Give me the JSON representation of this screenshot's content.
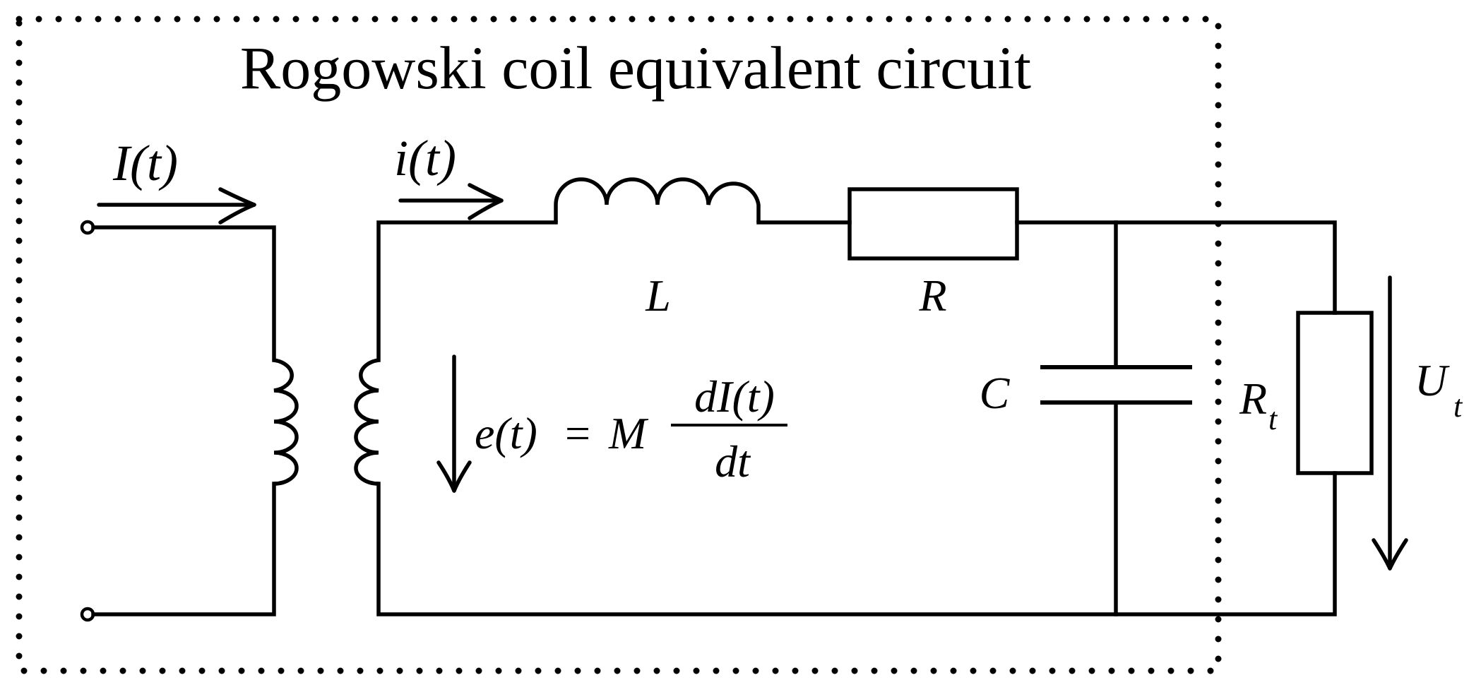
{
  "title": "Rogowski coil equivalent circuit",
  "labels": {
    "primary_current": "I(t)",
    "secondary_current": "i(t)",
    "inductance": "L",
    "resistance": "R",
    "capacitance": "C",
    "load_resistance_symbol": "R",
    "load_resistance_subscript": "t",
    "output_voltage_symbol": "U",
    "output_voltage_subscript": "t"
  },
  "emf_equation": {
    "lhs": "e(t)",
    "equals": "=",
    "coefficient": "M",
    "numerator": "dI(t)",
    "denominator": "dt"
  }
}
